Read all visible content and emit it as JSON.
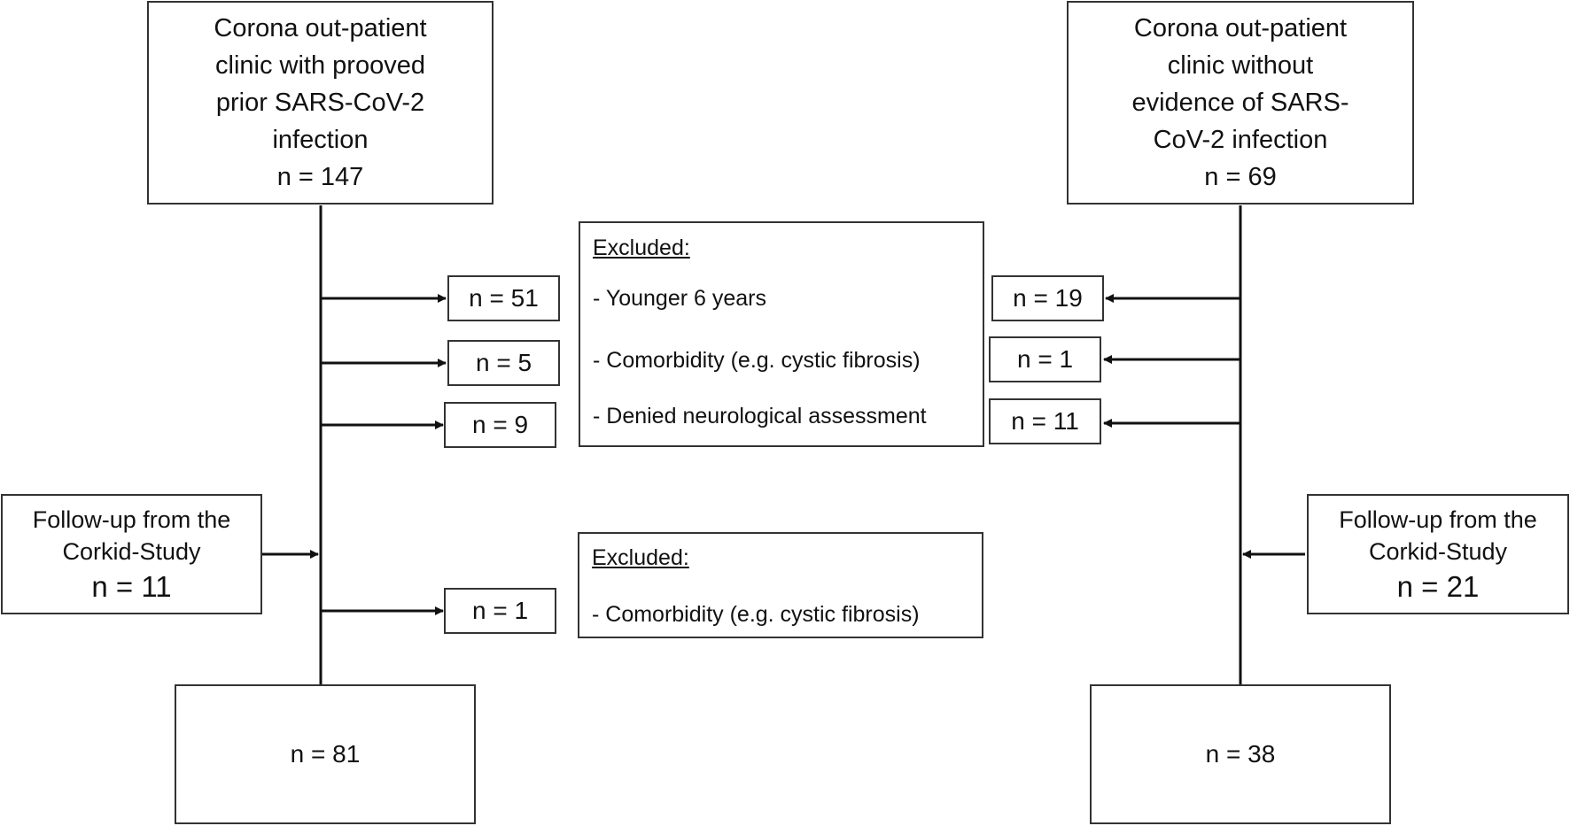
{
  "left": {
    "top_box_lines": [
      "Corona out-patient",
      "clinic with prooved",
      "prior SARS-CoV-2",
      "infection"
    ],
    "top_box_count": "n = 147",
    "exclusions": [
      "n = 51",
      "n = 5",
      "n = 9"
    ],
    "followup_lines": [
      "Follow-up from the",
      "Corkid-Study"
    ],
    "followup_count": "n = 11",
    "exclusion_after_followup": "n = 1",
    "final": "n = 81"
  },
  "right": {
    "top_box_lines": [
      "Corona out-patient",
      "clinic without",
      "evidence of SARS-",
      "CoV-2 infection"
    ],
    "top_box_count": "n = 69",
    "exclusions": [
      "n = 19",
      "n = 1",
      "n = 11"
    ],
    "followup_lines": [
      "Follow-up from the",
      "Corkid-Study"
    ],
    "followup_count": "n = 21",
    "final": "n = 38"
  },
  "excluded_main": {
    "heading": "Excluded:",
    "items": [
      "- Younger 6 years",
      "- Comorbidity (e.g. cystic  fibrosis)",
      "- Denied neurological assessment"
    ]
  },
  "excluded_second": {
    "heading": "Excluded:",
    "items": [
      "- Comorbidity (e.g. cystic  fibrosis)"
    ]
  }
}
